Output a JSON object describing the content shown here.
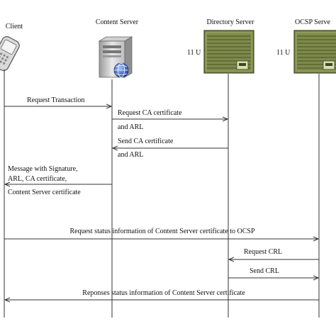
{
  "participants": {
    "client": "Client",
    "content_server": "Content Server",
    "directory_server": "Directory Server",
    "ocsp_server": "OCSP Serve"
  },
  "rack_units": {
    "directory": "11 U",
    "ocsp": "11 U"
  },
  "messages": [
    {
      "id": "m1",
      "lines": [
        "Request Transaction"
      ]
    },
    {
      "id": "m2",
      "lines": [
        "Request CA certificate",
        "and ARL"
      ]
    },
    {
      "id": "m3",
      "lines": [
        "Send CA certificate",
        "and ARL"
      ]
    },
    {
      "id": "m4",
      "lines": [
        "Message with Signature,",
        "ARL, CA certificate,",
        "Content Server certificate"
      ]
    },
    {
      "id": "m5",
      "lines": [
        "Request status information of Content Server certificate to OCSP"
      ]
    },
    {
      "id": "m6",
      "lines": [
        "Request CRL"
      ]
    },
    {
      "id": "m7",
      "lines": [
        "Send CRL"
      ]
    },
    {
      "id": "m8",
      "lines": [
        "Reponses status information of Content Server certificate"
      ]
    }
  ],
  "icons": {
    "client": "handheld-device-icon",
    "content_server": "tower-server-globe-icon",
    "directory_server": "rack-server-icon",
    "ocsp_server": "rack-server-icon"
  },
  "colors": {
    "line": "#333333",
    "rack_body": "#7d8a4a",
    "rack_frame": "#3f4423"
  }
}
